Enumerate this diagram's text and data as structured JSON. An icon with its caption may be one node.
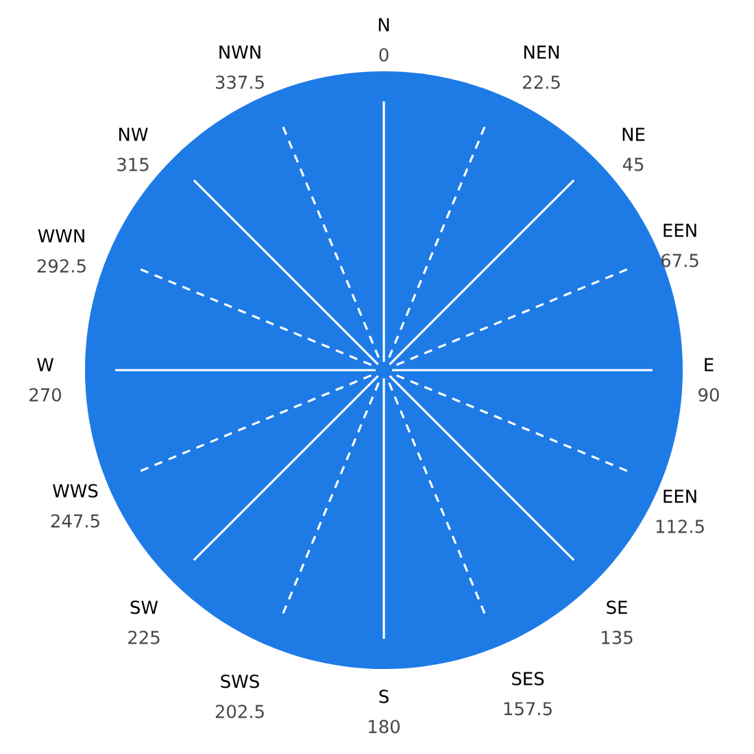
{
  "diagram": {
    "labels": [
      "N",
      "0",
      "NEN",
      "22.5",
      "NE",
      "45",
      "EEN",
      "67.5",
      "E",
      "90",
      "EEN",
      "112.5",
      "SE",
      "135",
      "SES",
      "157.5",
      "S",
      "180",
      "SWS",
      "202.5",
      "SW",
      "225",
      "WWS",
      "247.5",
      "W",
      "270",
      "WWN",
      "292.5",
      "NW",
      "315",
      "NWN",
      "337.5"
    ]
  }
}
